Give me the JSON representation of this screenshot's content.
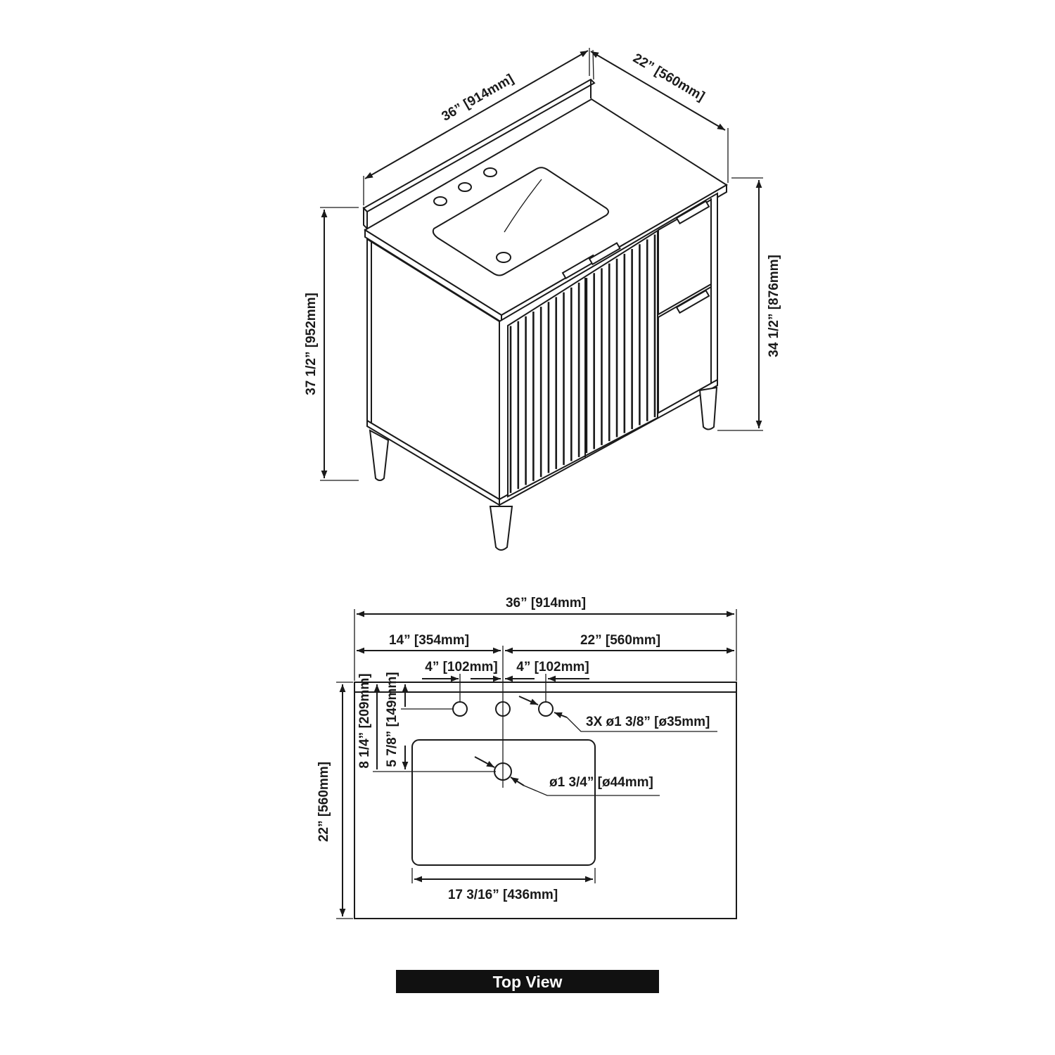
{
  "perspective_view": {
    "width_label": "36” [914mm]",
    "depth_label": "22” [560mm]",
    "overall_height_label": "37 1/2” [952mm]",
    "cabinet_height_label": "34 1/2” [876mm]"
  },
  "top_view": {
    "overall_width_label": "36” [914mm]",
    "left_to_center_label": "14” [354mm]",
    "center_to_right_label": "22” [560mm]",
    "left_spacing_label": "4” [102mm]",
    "right_spacing_label": "4” [102mm]",
    "drain_depth_label": "8 1/4” [209mm]",
    "faucet_depth_label": "5 7/8” [149mm]",
    "depth_label": "22” [560mm]",
    "faucet_holes_label": "3X ø1 3/8” [ø35mm]",
    "drain_label": "ø1 3/4” [ø44mm]",
    "basin_width_label": "17 3/16” [436mm]"
  },
  "footer": {
    "title": "Top View"
  }
}
